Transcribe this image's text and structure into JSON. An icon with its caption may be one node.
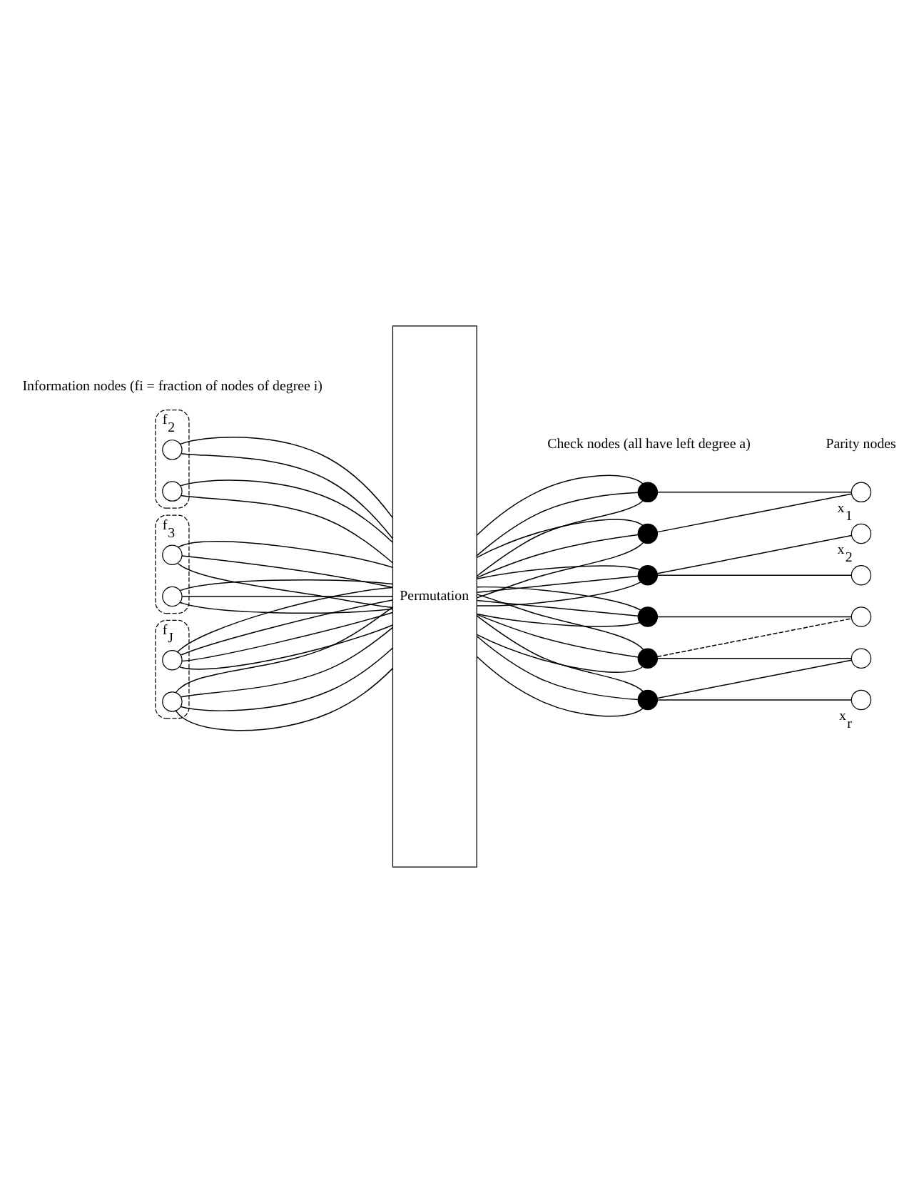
{
  "diagram": {
    "nodes": [
      {
        "text": [
          "f$_{2}$"
        ]
      },
      {
        "text": [],
        "shape": "circle",
        "in": 0
      },
      {
        "text": [],
        "shape": "circle",
        "in": 0
      },
      {
        "text": [
          "f$_{3}$"
        ]
      },
      {
        "text": [],
        "shape": "circle",
        "in": 3
      },
      {
        "text": [],
        "shape": "circle",
        "in": 3
      },
      {
        "text": [
          "f$_{J}$"
        ]
      },
      {
        "text": [],
        "shape": "circle",
        "in": 6
      },
      {
        "text": [],
        "shape": "circle",
        "in": 6
      },
      {
        "text": [
          "Permutation"
        ]
      },
      {
        "text": [],
        "shape": "circle"
      },
      {
        "text": [],
        "shape": "circle"
      },
      {
        "text": [],
        "shape": "circle"
      },
      {
        "text": [],
        "shape": "circle"
      },
      {
        "text": [],
        "shape": "circle"
      },
      {
        "text": [],
        "shape": "circle"
      },
      {
        "text": [],
        "shape": "circle",
        "beside": [
          "x$_{1}$"
        ]
      },
      {
        "text": [],
        "shape": "circle",
        "beside": [
          "x$_{2}$"
        ]
      },
      {
        "text": [],
        "shape": "circle"
      },
      {
        "text": [],
        "shape": "circle"
      },
      {
        "text": [],
        "shape": "circle"
      },
      {
        "text": [],
        "shape": "circle",
        "beside": [
          "x$_{r}$"
        ]
      }
    ],
    "edges": [
      {
        "from": 1,
        "to": 9,
        "arrow": "none"
      },
      {
        "from": 1,
        "to": 9,
        "arrow": "none"
      },
      {
        "from": 2,
        "to": 9,
        "arrow": "none"
      },
      {
        "from": 2,
        "to": 9,
        "arrow": "none"
      },
      {
        "from": 4,
        "to": 9,
        "arrow": "none"
      },
      {
        "from": 4,
        "to": 9,
        "arrow": "none"
      },
      {
        "from": 4,
        "to": 9,
        "arrow": "none"
      },
      {
        "from": 5,
        "to": 9,
        "arrow": "none"
      },
      {
        "from": 5,
        "to": 9,
        "arrow": "none"
      },
      {
        "from": 5,
        "to": 9,
        "arrow": "none"
      },
      {
        "from": 7,
        "to": 9,
        "arrow": "none"
      },
      {
        "from": 7,
        "to": 9,
        "arrow": "none"
      },
      {
        "from": 7,
        "to": 9,
        "arrow": "none"
      },
      {
        "from": 7,
        "to": 9,
        "arrow": "none"
      },
      {
        "from": 8,
        "to": 9,
        "arrow": "none"
      },
      {
        "from": 8,
        "to": 9,
        "arrow": "none"
      },
      {
        "from": 8,
        "to": 9,
        "arrow": "none"
      },
      {
        "from": 8,
        "to": 9,
        "arrow": "none"
      },
      {
        "from": 9,
        "to": 10,
        "arrow": "none"
      },
      {
        "from": 9,
        "to": 10,
        "arrow": "none"
      },
      {
        "from": 9,
        "to": 10,
        "arrow": "none"
      },
      {
        "from": 9,
        "to": 11,
        "arrow": "none"
      },
      {
        "from": 9,
        "to": 11,
        "arrow": "none"
      },
      {
        "from": 9,
        "to": 11,
        "arrow": "none"
      },
      {
        "from": 9,
        "to": 12,
        "arrow": "none"
      },
      {
        "from": 9,
        "to": 12,
        "arrow": "none"
      },
      {
        "from": 9,
        "to": 12,
        "arrow": "none"
      },
      {
        "from": 9,
        "to": 13,
        "arrow": "none"
      },
      {
        "from": 9,
        "to": 13,
        "arrow": "none"
      },
      {
        "from": 9,
        "to": 13,
        "arrow": "none"
      },
      {
        "from": 9,
        "to": 14,
        "arrow": "none"
      },
      {
        "from": 9,
        "to": 14,
        "arrow": "none"
      },
      {
        "from": 9,
        "to": 14,
        "arrow": "none"
      },
      {
        "from": 9,
        "to": 15,
        "arrow": "none"
      },
      {
        "from": 9,
        "to": 15,
        "arrow": "none"
      },
      {
        "from": 9,
        "to": 15,
        "arrow": "none"
      },
      {
        "from": 10,
        "to": 16,
        "arrow": "none"
      },
      {
        "from": 11,
        "to": 16,
        "arrow": "none"
      },
      {
        "from": 12,
        "to": 17,
        "arrow": "none"
      },
      {
        "from": 12,
        "to": 18,
        "arrow": "none"
      },
      {
        "from": 13,
        "to": 19,
        "arrow": "none"
      },
      {
        "from": 14,
        "to": 19,
        "arrow": "none",
        "style": "dashed"
      },
      {
        "from": 14,
        "to": 20,
        "arrow": "none"
      },
      {
        "from": 15,
        "to": 20,
        "arrow": "none"
      },
      {
        "from": 15,
        "to": 21,
        "arrow": "none"
      }
    ],
    "labels": [
      "Check nodes (all have left degree a)",
      "Information nodes (fi = fraction of nodes of degree i)",
      "Parity nodes"
    ]
  }
}
